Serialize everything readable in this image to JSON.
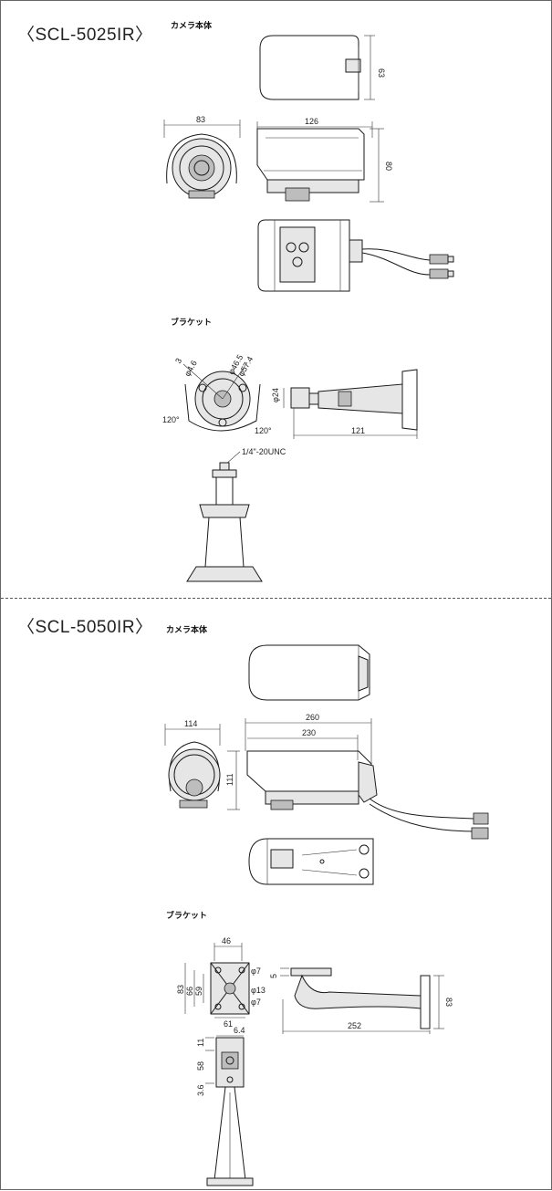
{
  "models": [
    {
      "title": "〈SCL-5025IR〉",
      "camera_label": "カメラ本体",
      "bracket_label": "ブラケット",
      "dims": {
        "top_height": "63",
        "front_width": "83",
        "side_length": "126",
        "side_height": "80",
        "phi1": "φ4.6",
        "phi2": "φ46.5",
        "phi3": "φ57.4",
        "num3": "3",
        "angle_left": "120°",
        "angle_right": "120°",
        "phi24": "φ24",
        "bracket_length": "121",
        "thread": "1/4\"-20UNC"
      }
    },
    {
      "title": "〈SCL-5050IR〉",
      "camera_label": "カメラ本体",
      "bracket_label": "ブラケット",
      "dims": {
        "front_width": "114",
        "front_height": "111",
        "side_total": "260",
        "side_body": "230",
        "top46": "46",
        "left83": "83",
        "left66": "66",
        "left59": "59",
        "bottom61": "61",
        "phi7a": "φ7",
        "phi13": "φ13",
        "phi7b": "φ7",
        "num5": "5",
        "arm_length": "252",
        "arm_height": "83",
        "d64": "6.4",
        "d11": "11",
        "d58": "58",
        "d36": "3.6"
      }
    }
  ]
}
